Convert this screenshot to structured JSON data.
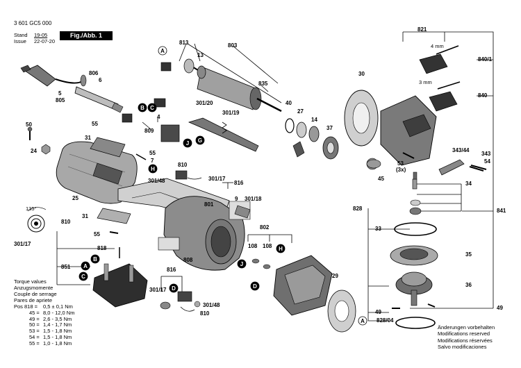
{
  "header": {
    "part_number": "3 601 GC5 000",
    "stand_label": "Stand",
    "issue_label": "Issue",
    "stand_value": "19-05",
    "issue_value": "22-07-20",
    "figure_label": "Fig./Abb. 1"
  },
  "torque": {
    "lines": [
      "Torque values",
      "Anzugsmomente",
      "Couple de serrage",
      "Pares de apriete"
    ],
    "values": [
      {
        "pos": "Pos 818 =",
        "value": "0,5 ± 0,1 Nm"
      },
      {
        "pos": "45 =",
        "value": "8,0 - 12,0 Nm"
      },
      {
        "pos": "49 =",
        "value": "2,6 - 3,5 Nm"
      },
      {
        "pos": "50 =",
        "value": "1,4 - 1,7 Nm"
      },
      {
        "pos": "53 =",
        "value": "1,5 - 1,8 Nm"
      },
      {
        "pos": "54 =",
        "value": "1,5 - 1,8 Nm"
      },
      {
        "pos": "55 =",
        "value": "1,0 - 1,8 Nm"
      }
    ]
  },
  "notes": [
    "Änderungen vorbehalten",
    "Modifications reserved",
    "Modifications réservées",
    "Salvo modificaciones"
  ],
  "labels": {
    "l813": "813",
    "l803": "803",
    "l13": "13",
    "l835": "835",
    "l806": "806",
    "l6": "6",
    "l5": "5",
    "l805": "805",
    "l4": "4",
    "l809": "809",
    "l30120": "301/20",
    "l30119": "301/19",
    "l40": "40",
    "l27": "27",
    "l14": "14",
    "l37": "37",
    "l30": "30",
    "l821": "821",
    "l8401": "840/1",
    "l840": "840",
    "l4mm": "4 mm",
    "l3mm": "3 mm",
    "l55a": "55",
    "l50": "50",
    "l31a": "31",
    "l24": "24",
    "l55b": "55",
    "l7": "7",
    "l810a": "810",
    "l30148a": "301/48",
    "l30117a": "301/17",
    "l816a": "816",
    "l25": "25",
    "l801": "801",
    "l9": "9",
    "l30118": "301/18",
    "l31b": "31",
    "l55c": "55",
    "l810b": "810",
    "l30117b": "301/17",
    "l135": "135°",
    "l818": "818",
    "l851": "851",
    "l808": "808",
    "l802": "802",
    "l108a": "108",
    "l108b": "108",
    "l816b": "816",
    "l30117c": "301/17",
    "l30148b": "301/48",
    "l810c": "810",
    "l29": "29",
    "l82804": "828/04",
    "l34344": "343/44",
    "l343": "343",
    "l54": "54",
    "l53": "53",
    "l3x": "(3x)",
    "l45": "45",
    "l34": "34",
    "l828": "828",
    "l841": "841",
    "l33": "33",
    "l35": "35",
    "l36": "36",
    "l49a": "49",
    "l49b": "49"
  },
  "markers": [
    "A",
    "B",
    "C",
    "D",
    "G",
    "H",
    "J"
  ],
  "colors": {
    "line": "#000000",
    "part_fill": "#9a9a9a",
    "part_dark": "#3c3c3c",
    "part_light": "#d9d9d9",
    "figure_bg": "#000000",
    "marker_bg": "#000000"
  }
}
